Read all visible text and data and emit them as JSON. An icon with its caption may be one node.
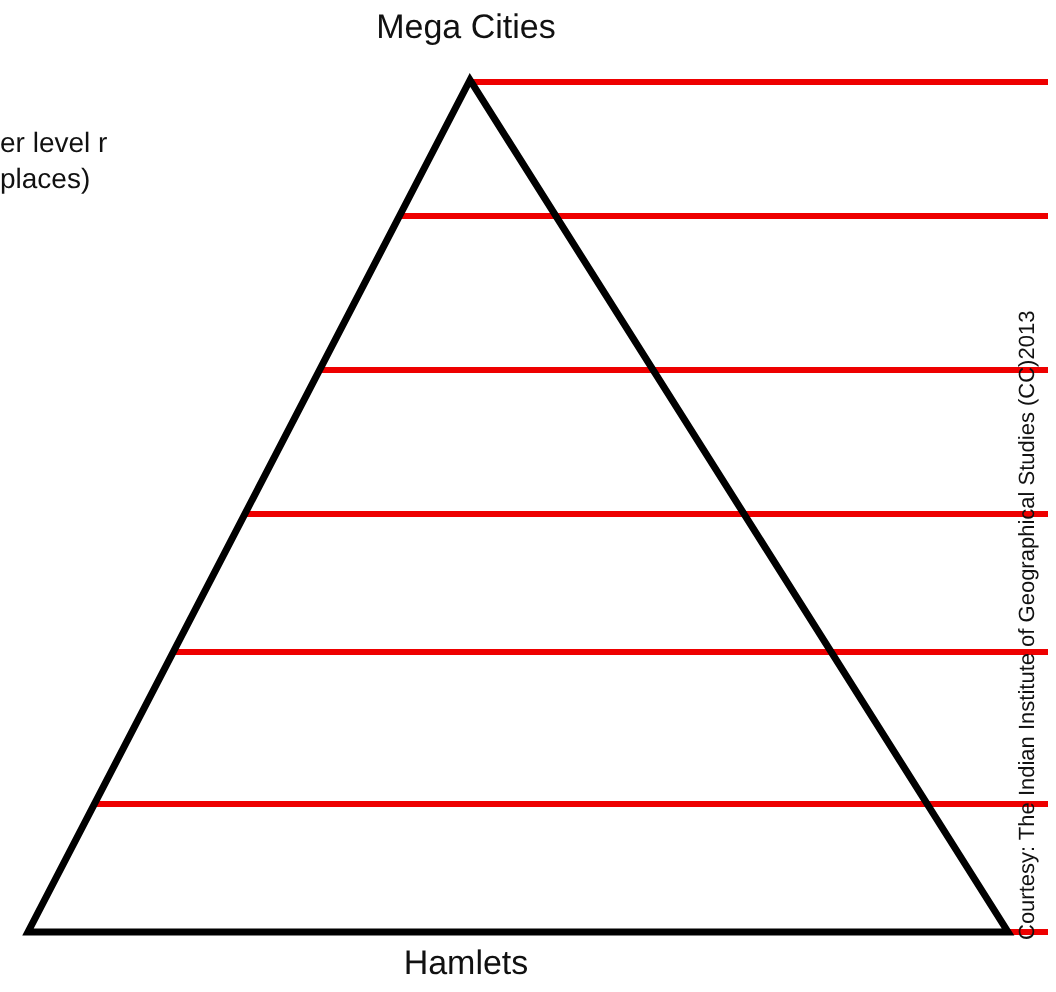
{
  "diagram": {
    "labels": [
      "Mega Cities",
      "er level r places)",
      "Hamlets",
      "Courtesy: The Indian Institute of Geographical Studies (CC)2013"
    ]
  }
}
